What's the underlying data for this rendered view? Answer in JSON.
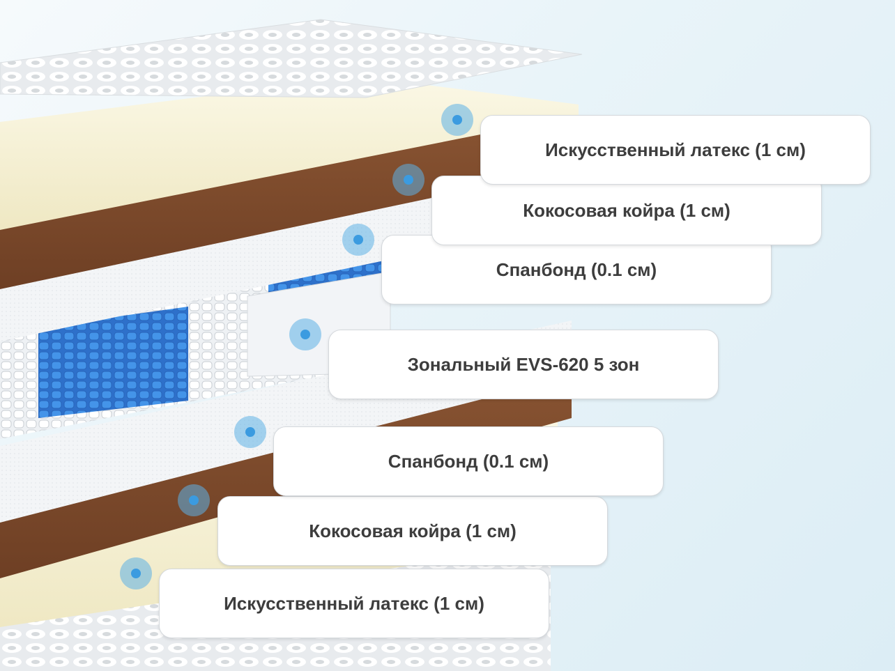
{
  "layers": [
    {
      "label": "Искусственный латекс (1 см)"
    },
    {
      "label": "Кокосовая койра (1 см)"
    },
    {
      "label": "Спанбонд (0.1 см)"
    },
    {
      "label": "Зональный EVS-620 5 зон"
    },
    {
      "label": "Спанбонд (0.1 см)"
    },
    {
      "label": "Кокосовая койра (1 см)"
    },
    {
      "label": "Искусственный латекс (1 см)"
    }
  ],
  "colors": {
    "latex": "#f5f1d6",
    "coir": "#7d4a2c",
    "spunbond": "#f1f3f5",
    "spring_white": "#f7f9fb",
    "spring_blue": "#2f7fe0",
    "cover": "#ffffff",
    "marker": "#3b9be0",
    "label_text": "#3d3d3d"
  },
  "icons": [
    "marker-dot-icon"
  ]
}
